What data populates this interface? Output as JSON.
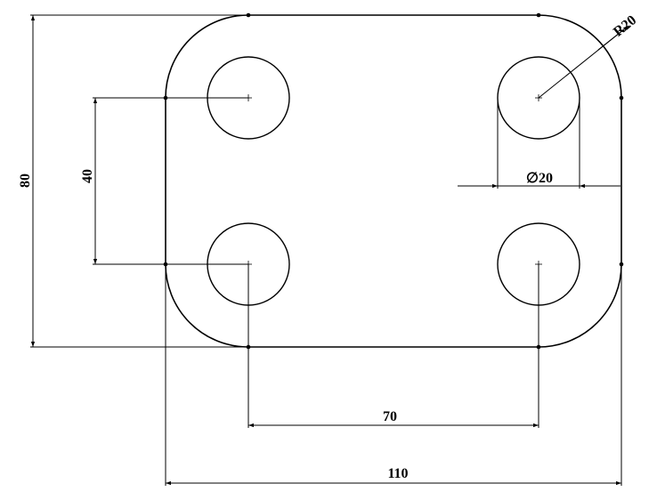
{
  "drawing": {
    "overall_width": "110",
    "overall_height": "80",
    "hole_spacing_horizontal": "70",
    "hole_spacing_vertical": "40",
    "hole_diameter": "20",
    "hole_diameter_symbol": "∅",
    "corner_radius": "R20"
  }
}
